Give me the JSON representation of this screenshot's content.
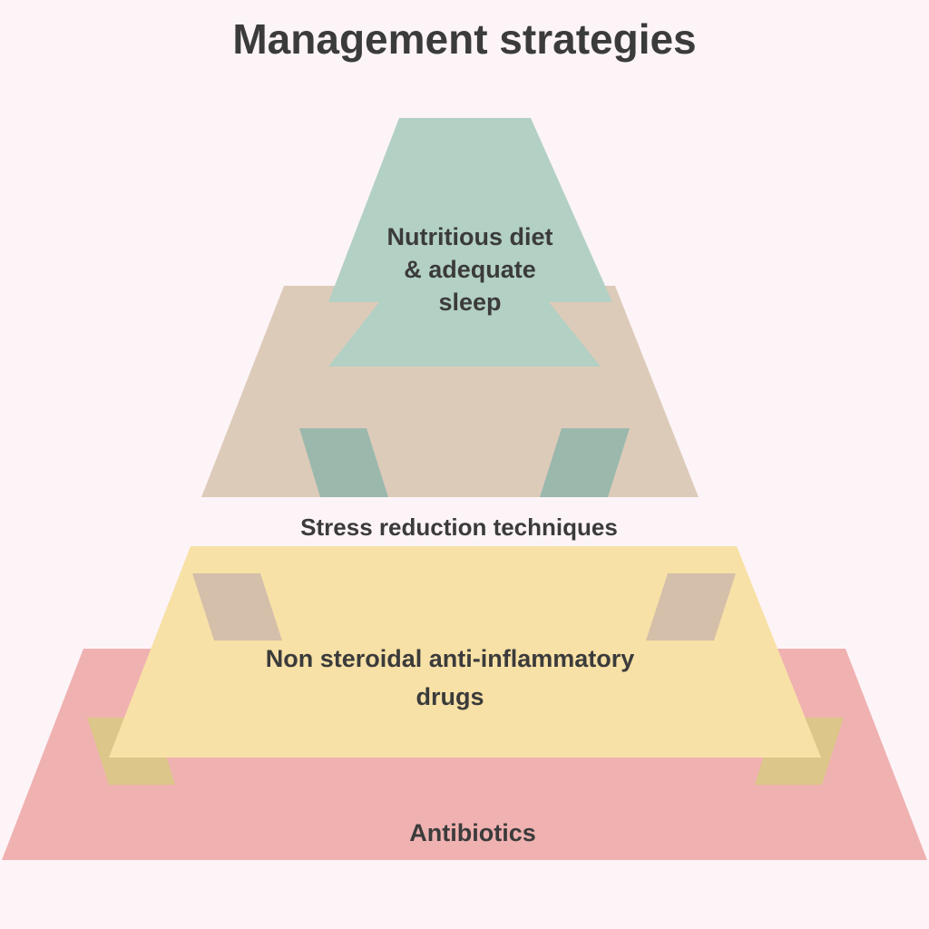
{
  "title": "Management strategies",
  "levels": {
    "top": {
      "lines": [
        "Nutritious diet",
        "& adequate",
        "sleep"
      ],
      "color": "#b3d0c4"
    },
    "second": {
      "label": "Stress reduction techniques",
      "color": "#ddcbb9"
    },
    "third": {
      "lines": [
        "Non steroidal anti-inflammatory",
        "drugs"
      ],
      "color": "#f8e1a6"
    },
    "bottom": {
      "label": "Antibiotics",
      "color": "#f0b1b1"
    }
  }
}
